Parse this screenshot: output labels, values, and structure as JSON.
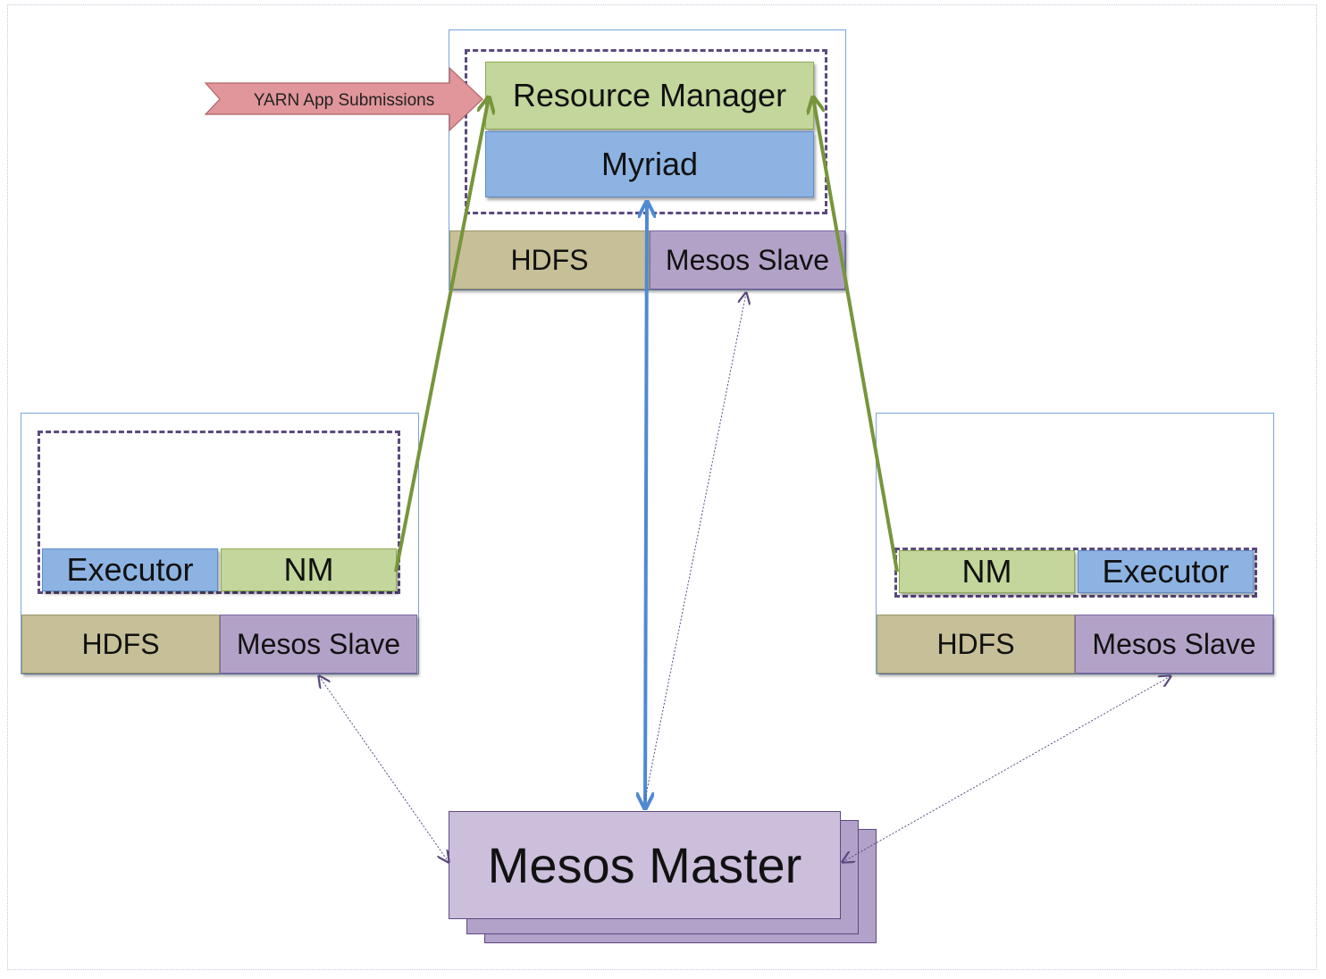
{
  "submission_arrow": {
    "label": "YARN App Submissions",
    "color": "#e0969a"
  },
  "top_node": {
    "resource_manager": "Resource Manager",
    "myriad": "Myriad",
    "hdfs": "HDFS",
    "mesos_slave": "Mesos Slave"
  },
  "left_node": {
    "executor": "Executor",
    "nm": "NM",
    "hdfs": "HDFS",
    "mesos_slave": "Mesos Slave"
  },
  "right_node": {
    "nm": "NM",
    "executor": "Executor",
    "hdfs": "HDFS",
    "mesos_slave": "Mesos Slave"
  },
  "mesos_master": {
    "label": "Mesos Master"
  },
  "colors": {
    "yarn_green": "#77953c",
    "myriad_blue": "#4f8ad2",
    "mesos_link": "#5b4a7e"
  }
}
